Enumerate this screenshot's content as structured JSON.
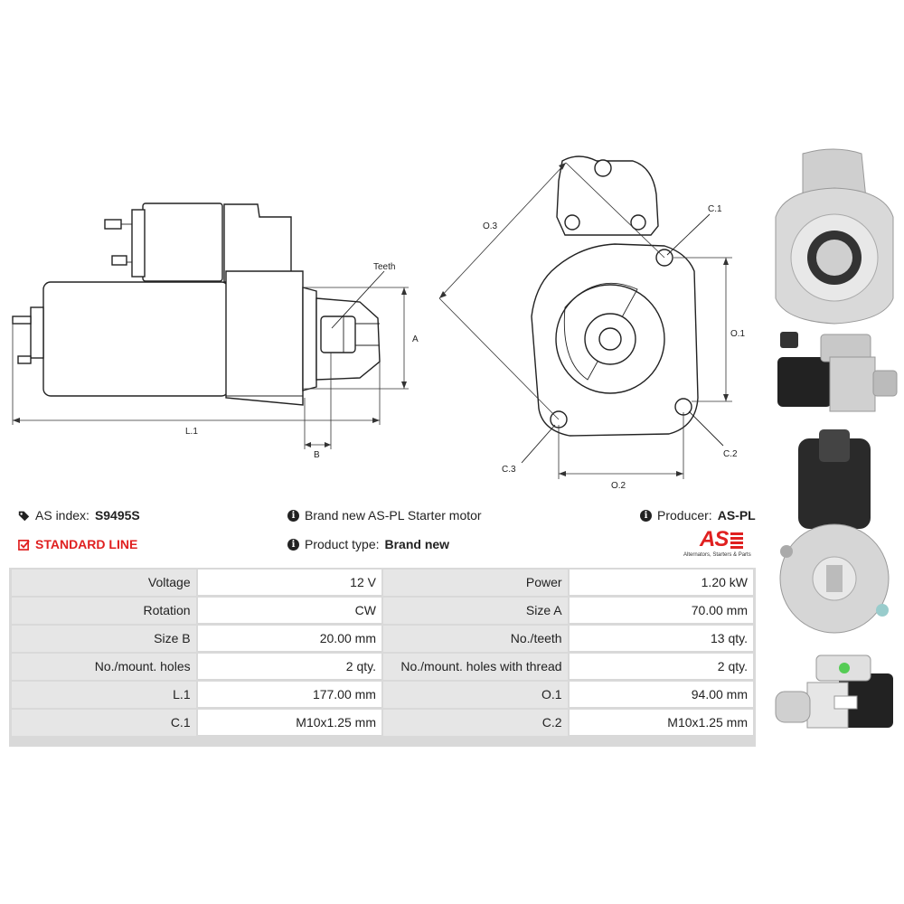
{
  "drawing": {
    "labels": {
      "teeth": "Teeth",
      "a": "A",
      "l1": "L.1",
      "b": "B",
      "o3": "O.3",
      "c1": "C.1",
      "o1": "O.1",
      "c2": "C.2",
      "c3": "C.3",
      "o2": "O.2"
    }
  },
  "info": {
    "as_index_label": "AS index:",
    "as_index_value": "S9495S",
    "line": "STANDARD LINE",
    "description": "Brand new AS-PL Starter motor",
    "product_type_label": "Product type:",
    "product_type_value": "Brand new",
    "producer_label": "Producer:",
    "producer_value": "AS-PL",
    "logo_text": "AS",
    "logo_tagline": "Alternators, Starters & Parts"
  },
  "specs": [
    {
      "k1": "Voltage",
      "v1": "12 V",
      "k2": "Power",
      "v2": "1.20 kW"
    },
    {
      "k1": "Rotation",
      "v1": "CW",
      "k2": "Size A",
      "v2": "70.00 mm"
    },
    {
      "k1": "Size B",
      "v1": "20.00 mm",
      "k2": "No./teeth",
      "v2": "13 qty."
    },
    {
      "k1": "No./mount. holes",
      "v1": "2 qty.",
      "k2": "No./mount. holes with thread",
      "v2": "2 qty."
    },
    {
      "k1": "L.1",
      "v1": "177.00 mm",
      "k2": "O.1",
      "v2": "94.00 mm"
    },
    {
      "k1": "C.1",
      "v1": "M10x1.25 mm",
      "k2": "C.2",
      "v2": "M10x1.25 mm"
    }
  ],
  "colors": {
    "accent_red": "#e02020",
    "key_cell": "#e6e6e6"
  }
}
